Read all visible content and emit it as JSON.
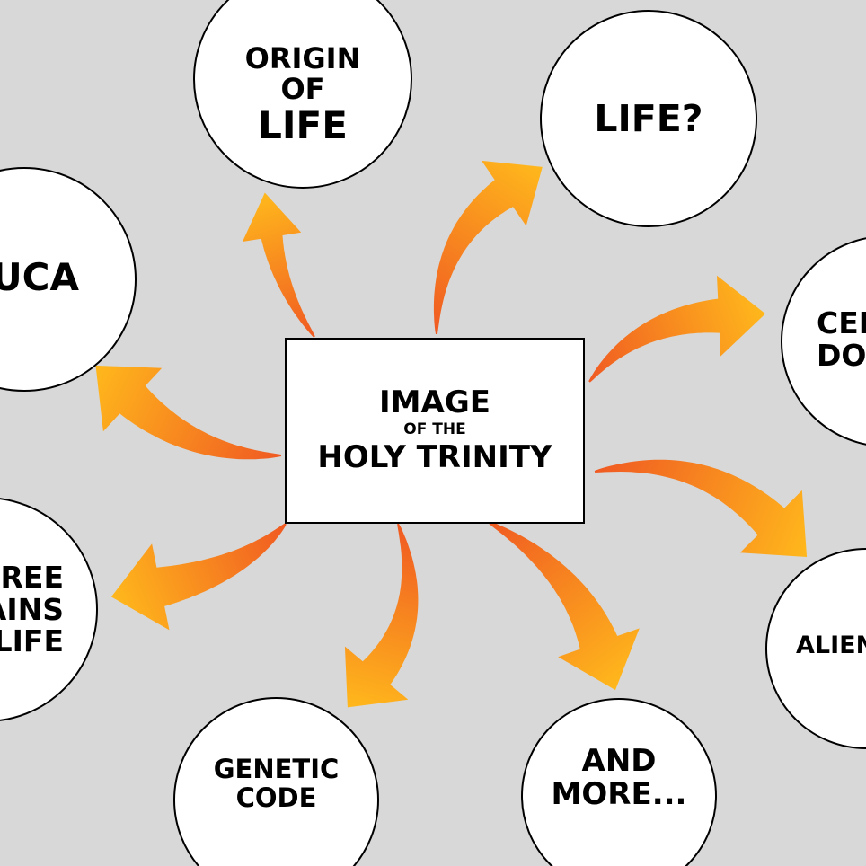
{
  "center": {
    "line1": "IMAGE",
    "line2": "OF THE",
    "line3": "HOLY TRINITY"
  },
  "nodes": {
    "origin": {
      "line1": "ORIGIN",
      "line2": "OF",
      "line3": "LIFE"
    },
    "life": {
      "line1": "LIFE?"
    },
    "luca": {
      "line1": "LUCA"
    },
    "cell": {
      "line1": "CELL",
      "line2": "DOGMA"
    },
    "three_domains": {
      "line1": "THREE",
      "line2": "DOMAINS",
      "line3": "OF LIFE"
    },
    "aliens": {
      "line1": "ALIENS"
    },
    "genetic_code": {
      "line1": "GENETIC",
      "line2": "CODE"
    },
    "and_more": {
      "line1": "AND",
      "line2": "MORE..."
    }
  },
  "colors": {
    "background": "#d8d8d8",
    "arrow_dark": "#f05a22",
    "arrow_light": "#ffb81c",
    "node_fill": "#ffffff",
    "outline": "#000000"
  }
}
